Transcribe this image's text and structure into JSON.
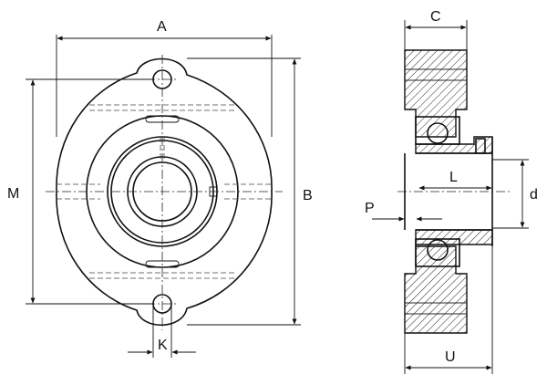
{
  "diagram": {
    "labels": {
      "A": "A",
      "B": "B",
      "M": "M",
      "K": "K",
      "C": "C",
      "L": "L",
      "d": "d",
      "P": "P",
      "U": "U"
    }
  }
}
